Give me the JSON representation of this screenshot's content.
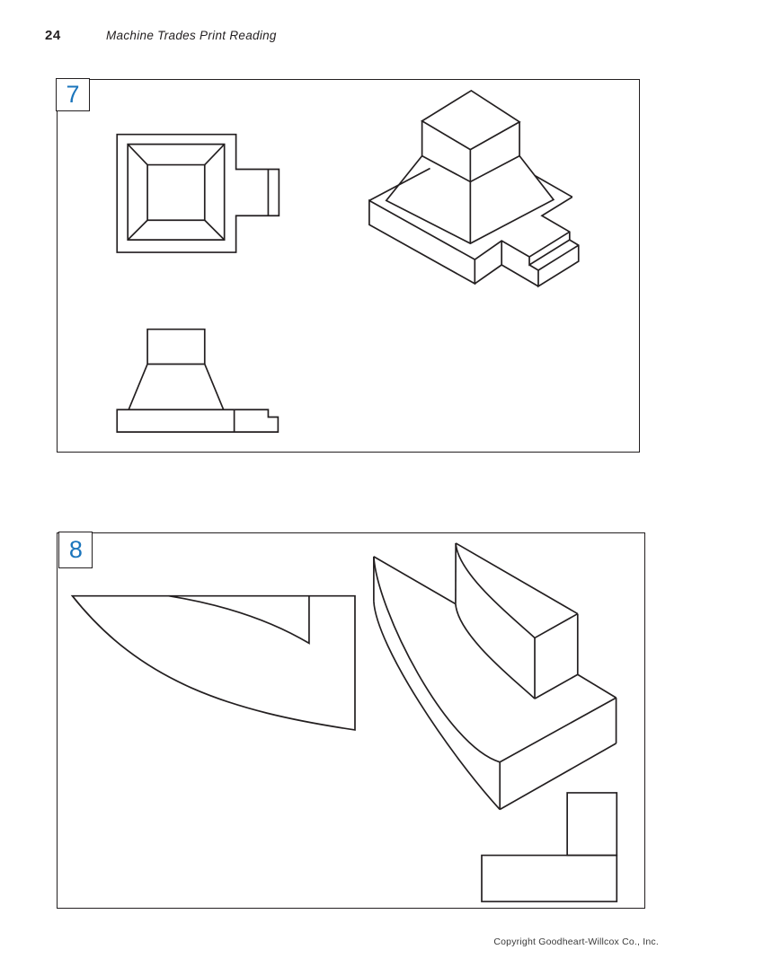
{
  "page": {
    "number": "24",
    "running_title": "Machine Trades Print Reading",
    "copyright": "Copyright Goodheart-Willcox Co., Inc."
  },
  "colors": {
    "ink": "#231F20",
    "accent": "#1B75BC",
    "paper": "#FFFFFF"
  },
  "problems": [
    {
      "label": "7",
      "views": {
        "top_view": [
          "M 129,149 L 262,149 L 262,188 L 310,188 L 310,240 L 262,240 L 262,281 L 129,281 Z",
          "M 298,188 L 298,240",
          "M 141,160 L 249,160 L 249,267 L 141,267 Z",
          "M 163,183 L 227,183 L 227,245 L 163,245 Z",
          "M 141,160 L 163,183",
          "M 249,160 L 227,183",
          "M 141,267 L 163,245",
          "M 249,267 L 227,245"
        ],
        "front_view": [
          "M 129,457 L 298,457 L 298,465.3 L 309,465.3 L 309,482 L 129,482 Z",
          "M 260,457 L 260,482",
          "M 142,457 L 163,406 L 227,406 L 248,457",
          "M 163,406 L 163,367 L 227,367 L 227,406"
        ],
        "pictorial_view": [
          "M 470,134 L 525,100 L 579,135 L 524,166 Z",
          "M 470,134 L 470,173 L 524,202 L 579,173 L 579,135",
          "M 524,166 L 524,202",
          "M 470,173 L 430,223 L 524,271 L 617,222 L 579,173",
          "M 524,202 L 524,271",
          "M 411,223 L 529,289 L 529,316 L 411,250 Z",
          "M 411,223 L 479,187",
          "M 596,195 L 638,219",
          "M 638,219 L 604,240 L 635,258 L 635,267 L 590,295 L 590,286 L 559,268 L 529,289",
          "M 635,258 L 590,286",
          "M 635,267 L 645,273 L 645,291 L 600,319 L 600,301 L 590,295",
          "M 645,273 L 600,301",
          "M 559,268 L 559,295 L 600,319",
          "M 529,316 L 559,295"
        ]
      }
    },
    {
      "label": "8",
      "views": {
        "top_view": [
          "M 79,663 L 395,663 L 395,813 C 254,792 155,759 79,663 Z",
          "M 186.7,663 Q 280,678 343.7,716 L 343.7,663"
        ],
        "front_view": [
          "M 536.7,953.3 L 687.7,953.3 L 687.7,1005 L 536.7,1005 Z",
          "M 632.3,883.3 L 687.7,883.3 L 687.7,953.3 L 632.3,953.3 Z"
        ],
        "pictorial_view": [
          "M 416,619 L 416,669",
          "M 416,619 L 507.5,672",
          "M 507.7,604 L 507.5,672",
          "M 507.7,604 L 644,683",
          "M 644,683 L 644,751",
          "M 596,710 L 596,778",
          "M 596,710 L 644,683",
          "M 596,778 L 644,751",
          "M 644,751 L 687,777",
          "M 687,777 L 687,828",
          "M 687,777 L 557,849",
          "M 557,849 L 557,902",
          "M 557,902 L 687,828",
          "M 416,619 C 420,680 497,831 557,849",
          "M 416,669 C 419,720 502,842 557,902",
          "M 507.7,604 C 510,640 577,692 596,710",
          "M 507.5,672 C 510,708 577,760 596,778"
        ]
      }
    }
  ]
}
